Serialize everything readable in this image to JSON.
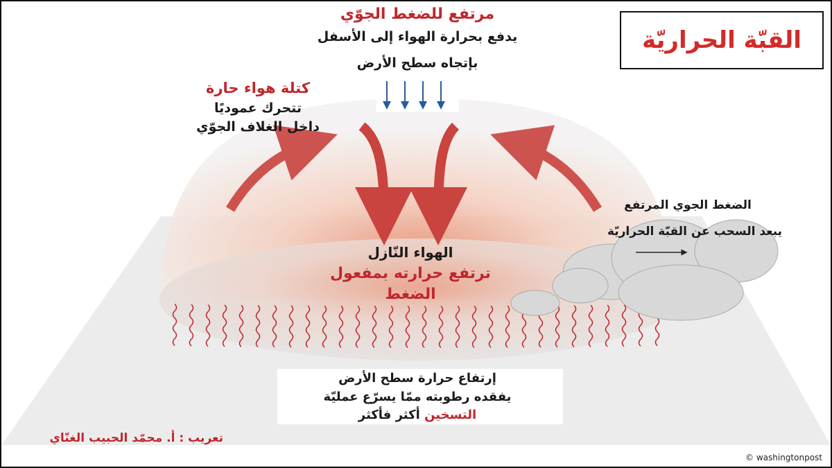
{
  "title": "القبّة الحراريّة",
  "high_pressure": {
    "heading": "مرتفع للضغط الجوّي",
    "line1": "يدفع بحرارة الهواء إلى الأسفل",
    "line2": "بإتجاه سطح الأرض"
  },
  "hot_air_mass": {
    "heading": "كتلة هواء حارة",
    "line1": "تتحرك عموديًا",
    "line2": "داخل الغلاف الجوّي"
  },
  "clouds": {
    "line1": "الضغط الجوي المرتفع",
    "line2": "يبعد السحب عن القبّة الحراريّة"
  },
  "descending_air": {
    "heading": "الهواء النّازل",
    "line1": "ترتفع حرارته بمفعول",
    "line2": "الضغط"
  },
  "surface": {
    "line1": "إرتفاع حرارة سطح الأرض",
    "line2": "يفقده رطوبته ممّا يسرّع عمليّة",
    "line3_red": "التسخين",
    "line3_black": "أكثر فأكثر"
  },
  "credit_translation": "تعريب : أ. محمّد الحبيب الغنّاي",
  "credit_source": "© washingtonpost",
  "colors": {
    "accent_red": "#c0272d",
    "arrow_blue": "#2a5a9a",
    "arrow_red": "#c9433f"
  }
}
